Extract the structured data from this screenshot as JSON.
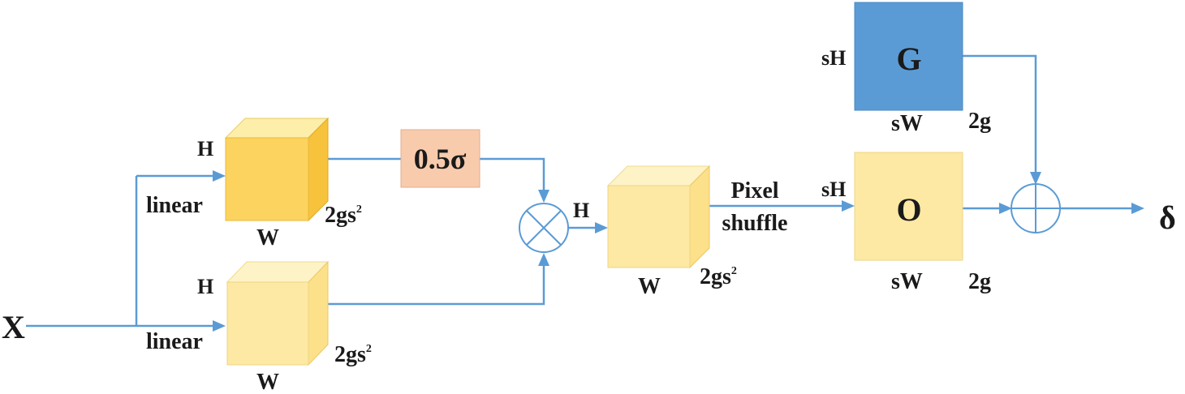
{
  "diagram": {
    "input_label": "X",
    "output_label": "δ",
    "branch_top": {
      "op_label": "linear",
      "cube": {
        "h": "H",
        "w": "W",
        "c": "2gs",
        "c_sup": "2"
      }
    },
    "branch_bottom": {
      "op_label": "linear",
      "cube": {
        "h": "H",
        "w": "W",
        "c": "2gs",
        "c_sup": "2"
      }
    },
    "scale_box": {
      "label": "0.5σ"
    },
    "product_cube": {
      "h": "H",
      "w": "W",
      "c": "2gs",
      "c_sup": "2"
    },
    "pixel_shuffle": {
      "line1": "Pixel",
      "line2": "shuffle"
    },
    "offset_block": {
      "label": "O",
      "h": "sH",
      "w": "sW",
      "c": "2g"
    },
    "grid_block": {
      "label": "G",
      "h": "sH",
      "w": "sW",
      "c": "2g"
    },
    "colors": {
      "wire": "#5b9bd5",
      "grid_fill": "#5b9bd5",
      "offset_fill": "#fde9a4",
      "scale_fill": "#f8cbad",
      "cube_front_dark": "#fdd35f",
      "cube_front_light": "#fde9a4"
    }
  }
}
